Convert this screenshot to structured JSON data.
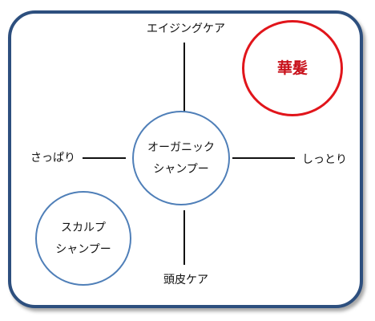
{
  "map": {
    "axis_labels": {
      "top": "エイジングケア",
      "bottom": "頭皮ケア",
      "left": "さっぱり",
      "right": "しっとり"
    },
    "center_item": {
      "lines": [
        "オーガニック",
        "シャンプー"
      ]
    },
    "scalp_item": {
      "lines": [
        "スカルプ",
        "シャンプー"
      ]
    },
    "brand_item": {
      "label": "華髪"
    }
  },
  "colors": {
    "frame": "#2d4f7e",
    "circle_outline": "#4f7fb8",
    "brand_outline": "#e1151b",
    "brand_text": "#c8101a",
    "axis_line": "#111111"
  }
}
